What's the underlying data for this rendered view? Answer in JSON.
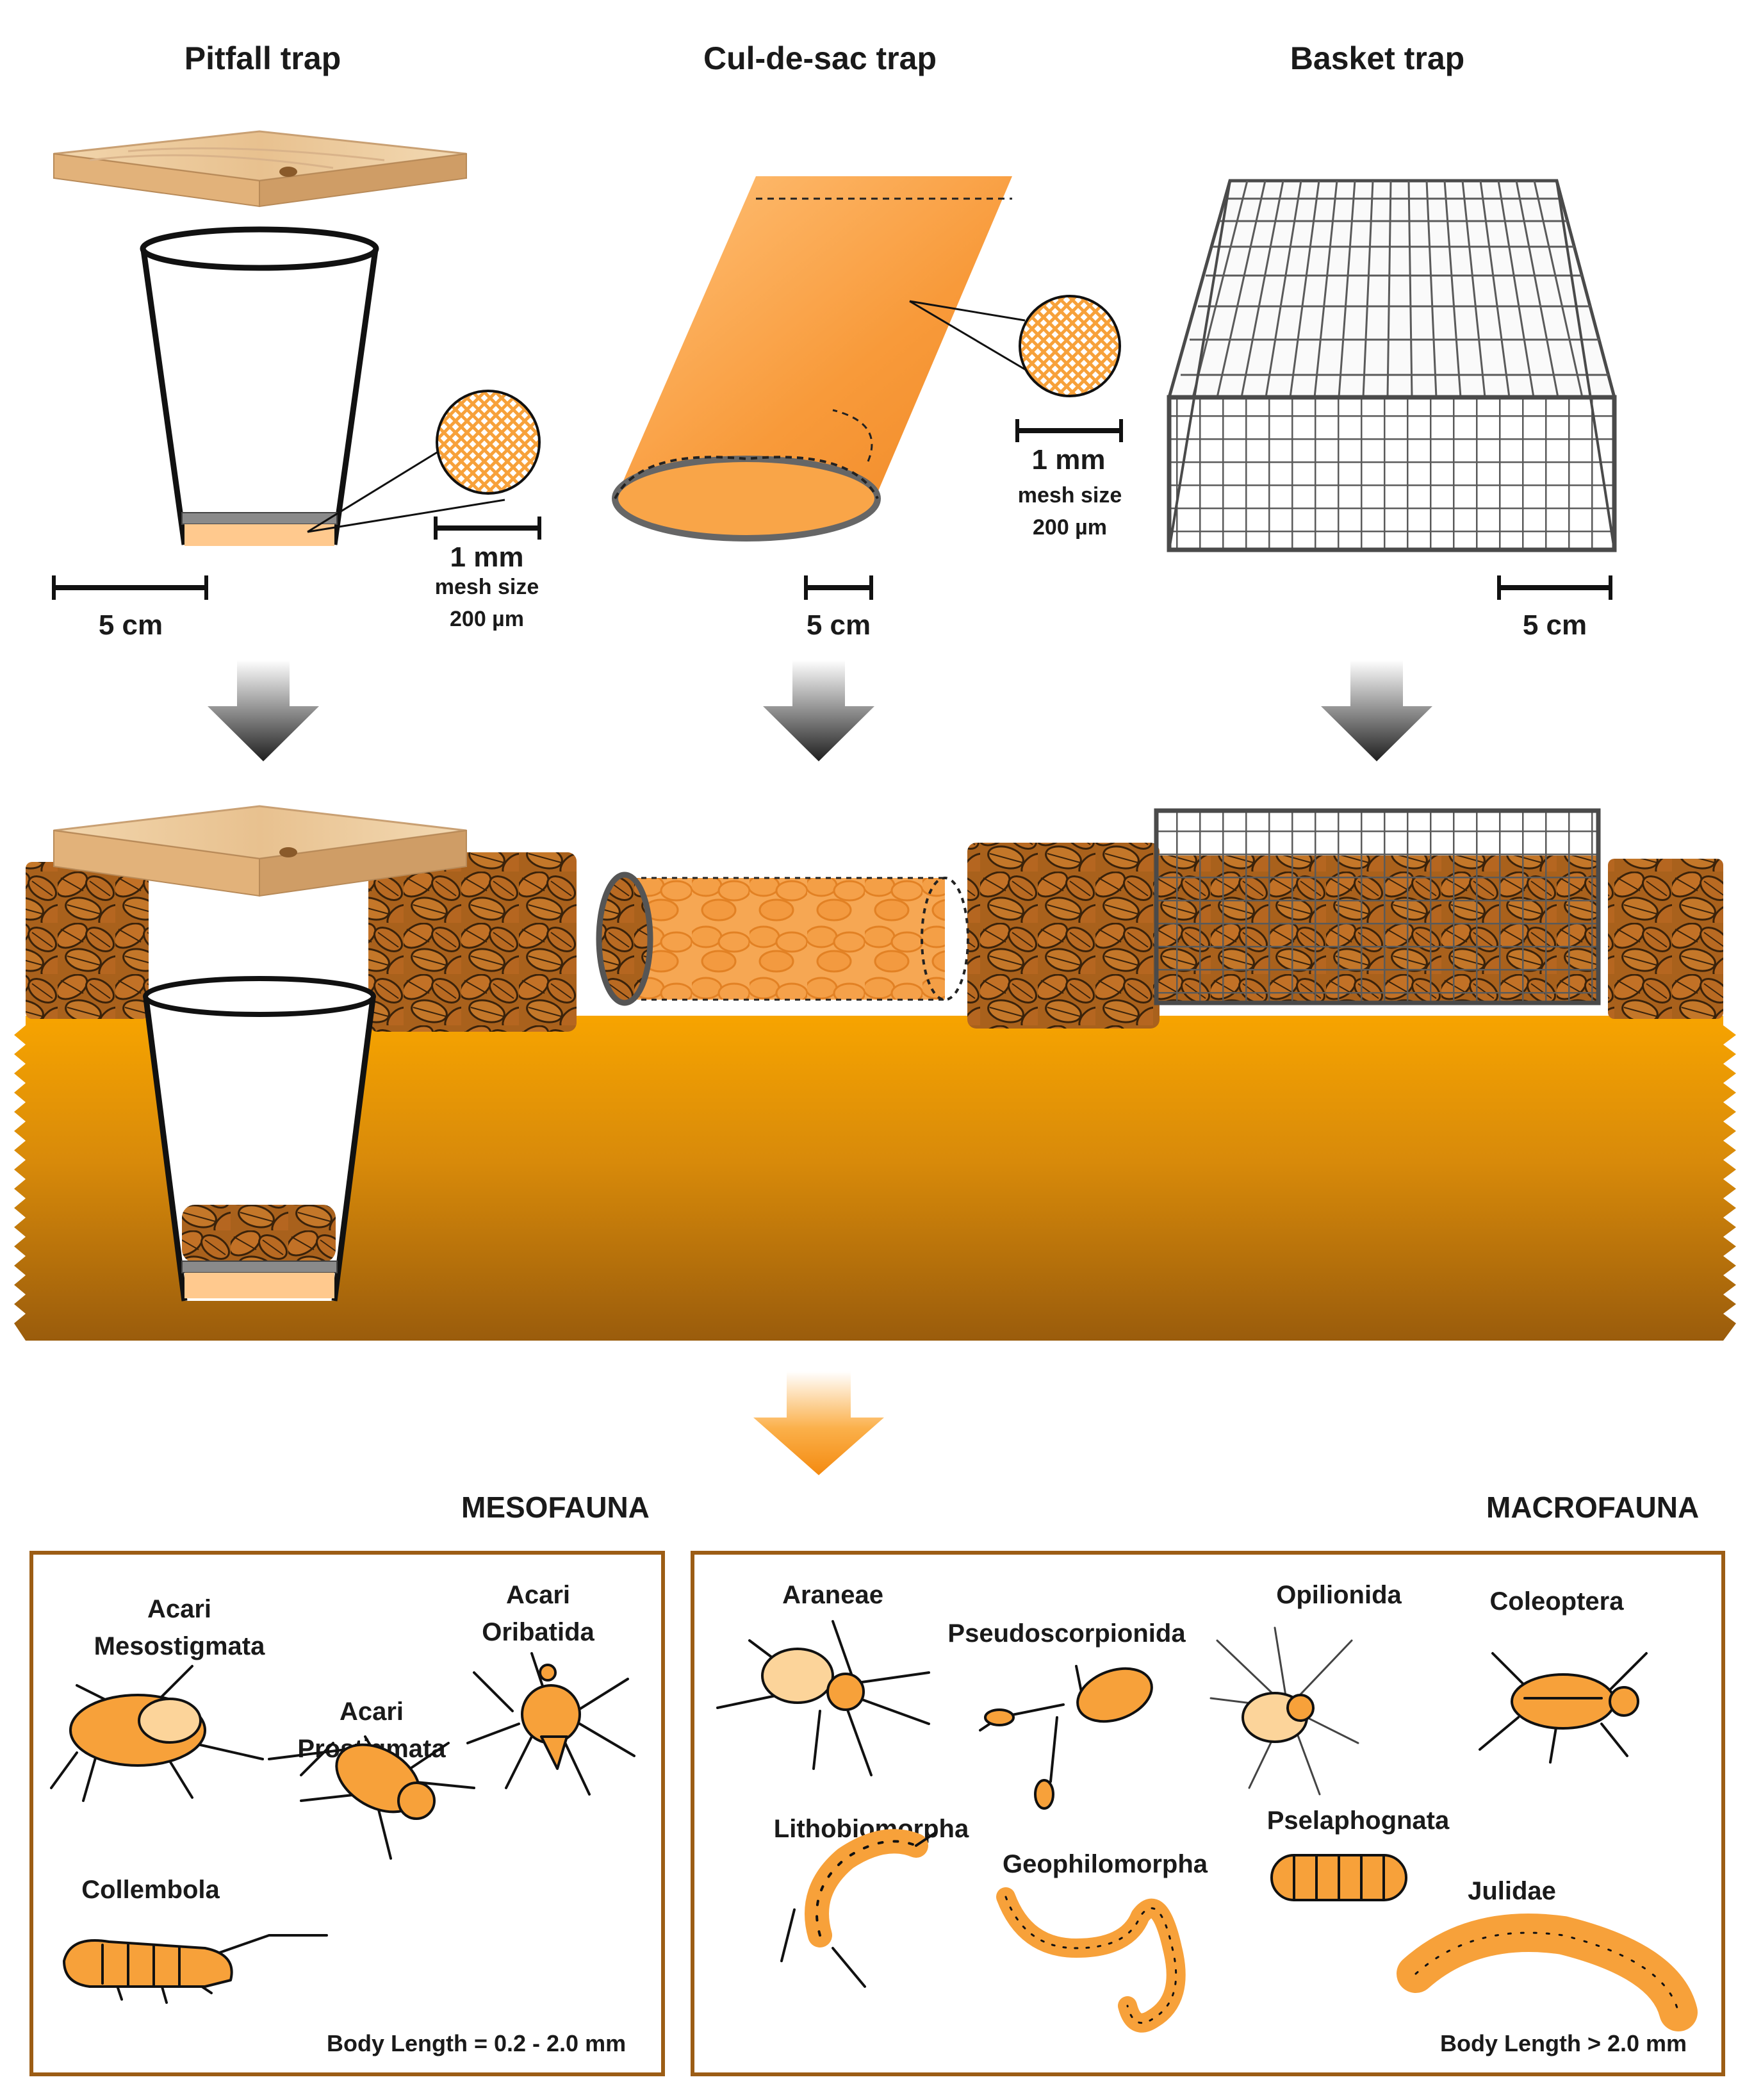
{
  "traps": {
    "pitfall": {
      "title": "Pitfall trap",
      "scale_cm": "5 cm",
      "scale_mm": "1 mm",
      "mesh_label": "mesh size",
      "mesh_value": "200 µm"
    },
    "culdesac": {
      "title": "Cul-de-sac trap",
      "scale_cm": "5 cm",
      "scale_mm": "1 mm",
      "mesh_label": "mesh size",
      "mesh_value": "200 µm"
    },
    "basket": {
      "title": "Basket trap",
      "scale_cm": "5 cm"
    }
  },
  "mesofauna": {
    "heading": "MESOFAUNA",
    "taxa": [
      {
        "line1": "Acari",
        "line2": "Mesostigmata"
      },
      {
        "line1": "Acari",
        "line2": "Oribatida"
      },
      {
        "line1": "Acari",
        "line2": "Prostigmata"
      },
      {
        "line1": "Collembola",
        "line2": ""
      }
    ],
    "body_length": "Body Length = 0.2 - 2.0 mm"
  },
  "macrofauna": {
    "heading": "MACROFAUNA",
    "taxa": [
      "Araneae",
      "Pseudoscorpionida",
      "Opilionida",
      "Coleoptera",
      "Lithobiomorpha",
      "Geophilomorpha",
      "Pselaphognata",
      "Julidae"
    ],
    "body_length": "Body Length > 2.0 mm"
  },
  "colors": {
    "orange": "#f7a13a",
    "soil_top": "#f5a000",
    "soil_bottom": "#a0620a",
    "leaf": "#b8691d",
    "panel_border": "#9c5d15",
    "mesh_gray": "#555555"
  }
}
